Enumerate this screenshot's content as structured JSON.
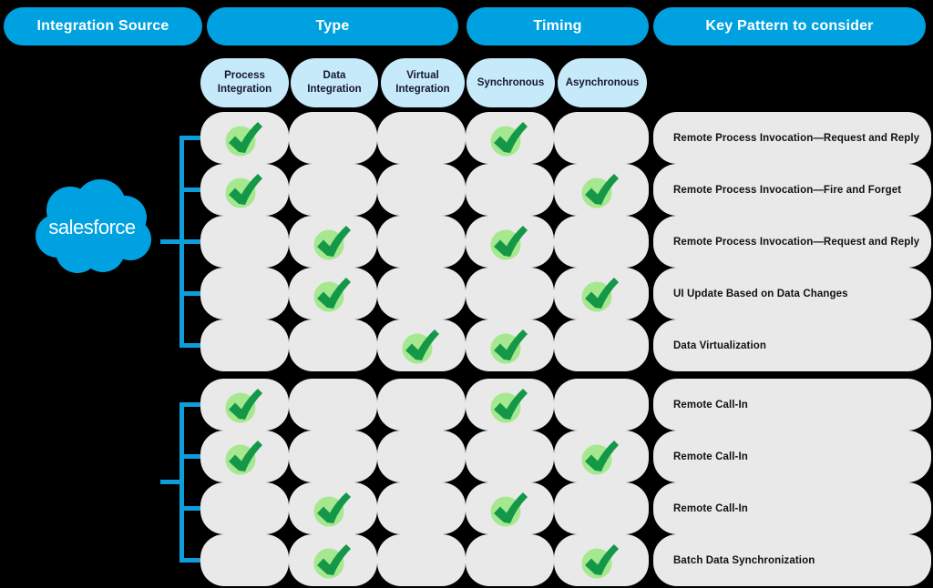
{
  "title": "Salesforce Integration Patterns Matrix",
  "colors": {
    "header_blue": "#00A1E0",
    "subheader_blue": "#C7EAFB",
    "cell_gray": "#E9E9E9",
    "check_circle_green": "#A6E88F",
    "check_green": "#149848",
    "bracket_blue": "#0D9DDB"
  },
  "header": {
    "columns": [
      {
        "label": "Integration Source"
      },
      {
        "label": "Type"
      },
      {
        "label": "Timing"
      },
      {
        "label": "Key Pattern to consider"
      }
    ]
  },
  "subheaders": [
    {
      "label": "Process\nIntegration"
    },
    {
      "label": "Data\nIntegration"
    },
    {
      "label": "Virtual\nIntegration"
    },
    {
      "label": "Synchronous"
    },
    {
      "label": "Asynchronous"
    }
  ],
  "source": {
    "name": "salesforce"
  },
  "matrix": {
    "columns": [
      "Process Integration",
      "Data Integration",
      "Virtual Integration",
      "Synchronous",
      "Asynchronous"
    ],
    "groups": [
      {
        "rows": [
          {
            "checks": [
              true,
              false,
              false,
              true,
              false
            ],
            "pattern": "Remote Process Invocation—Request and Reply"
          },
          {
            "checks": [
              true,
              false,
              false,
              false,
              true
            ],
            "pattern": "Remote Process Invocation—Fire and Forget"
          },
          {
            "checks": [
              false,
              true,
              false,
              true,
              false
            ],
            "pattern": "Remote Process Invocation—Request and Reply"
          },
          {
            "checks": [
              false,
              true,
              false,
              false,
              true
            ],
            "pattern": "UI Update Based on Data Changes"
          },
          {
            "checks": [
              false,
              false,
              true,
              true,
              false
            ],
            "pattern": "Data Virtualization"
          }
        ]
      },
      {
        "rows": [
          {
            "checks": [
              true,
              false,
              false,
              true,
              false
            ],
            "pattern": "Remote Call-In"
          },
          {
            "checks": [
              true,
              false,
              false,
              false,
              true
            ],
            "pattern": "Remote Call-In"
          },
          {
            "checks": [
              false,
              true,
              false,
              true,
              false
            ],
            "pattern": "Remote Call-In"
          },
          {
            "checks": [
              false,
              true,
              false,
              false,
              true
            ],
            "pattern": "Batch Data Synchronization"
          }
        ]
      }
    ]
  }
}
